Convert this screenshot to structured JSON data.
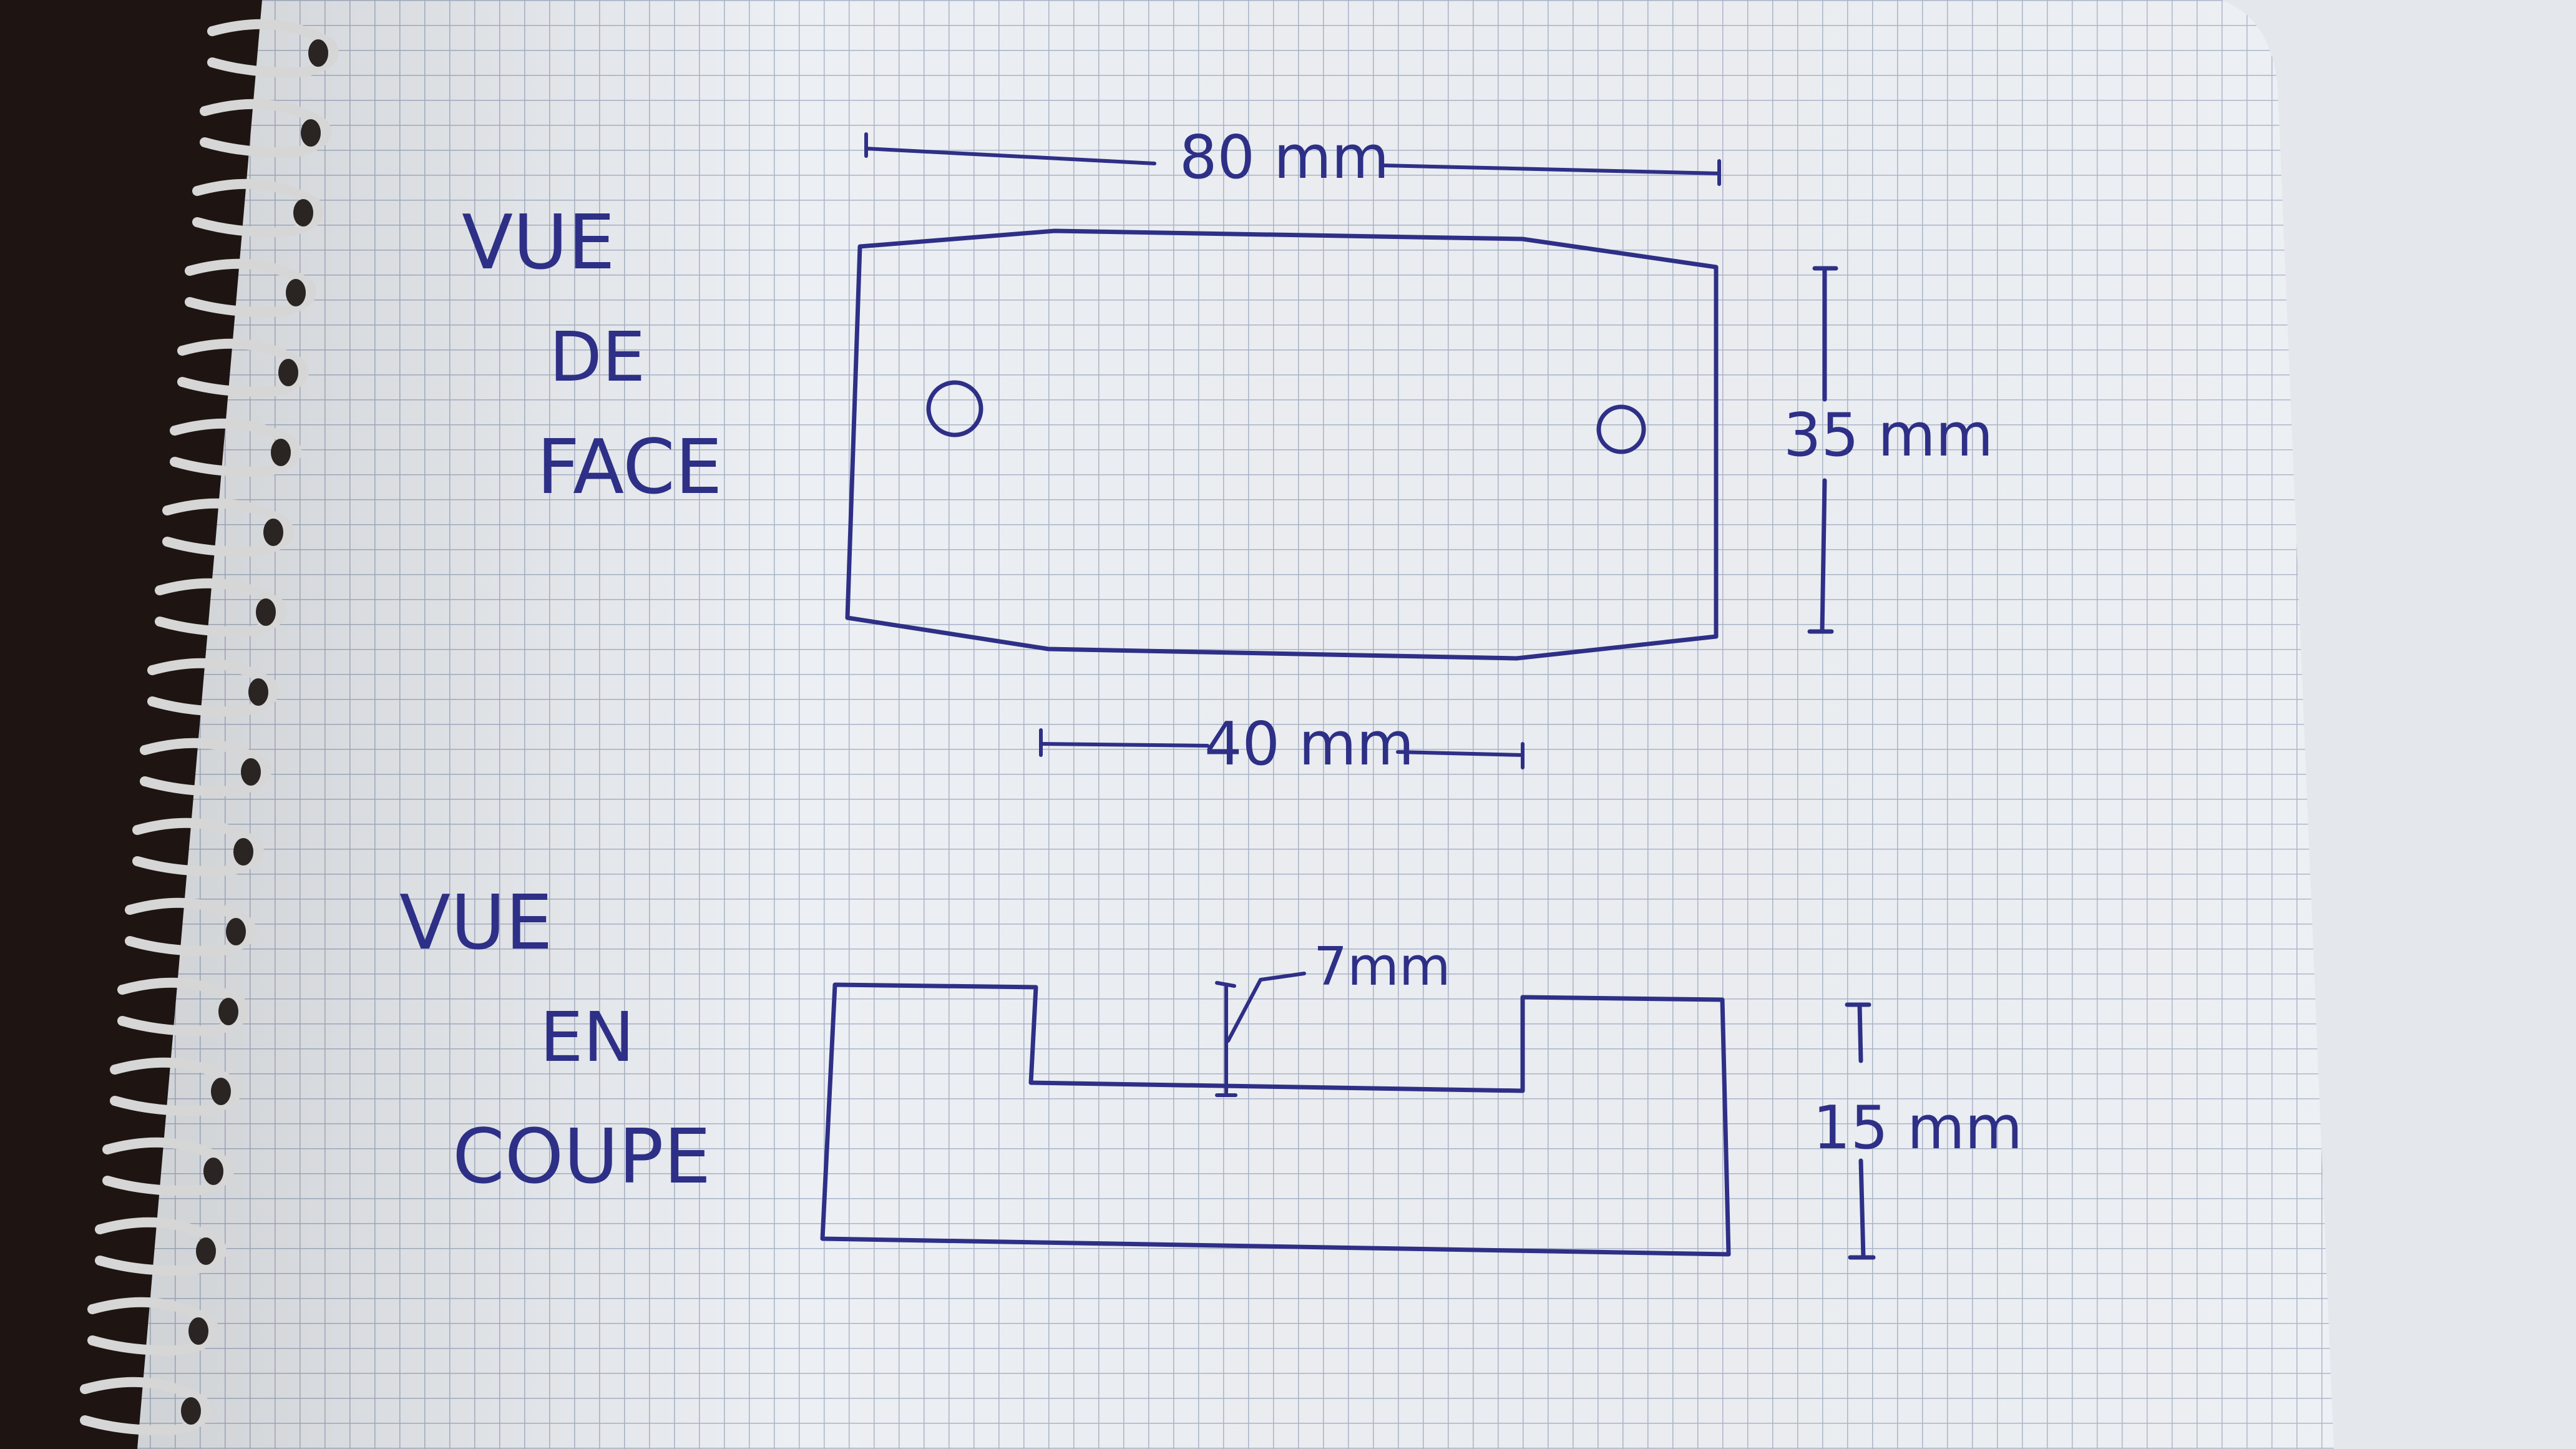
{
  "front_view": {
    "title_lines": [
      "VUE",
      "DE",
      "FACE"
    ],
    "dim_width": "80 mm",
    "dim_height": "35 mm",
    "dim_bottom": "40 mm"
  },
  "section_view": {
    "title_lines": [
      "VUE",
      "EN",
      "COUPE"
    ],
    "dim_depth": "7mm",
    "dim_height": "15 mm"
  },
  "colors": {
    "ink": "#2e2f86",
    "grid": "#aab4c8",
    "paper": "#eceff3",
    "background": "#1e1512",
    "spiral": "#d6d6d6"
  }
}
